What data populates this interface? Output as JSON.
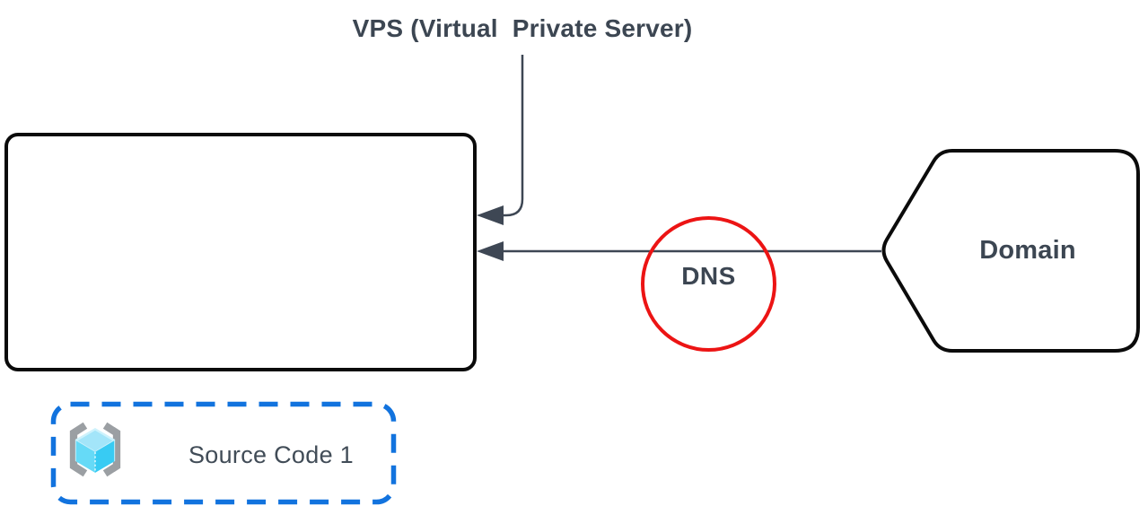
{
  "diagram": {
    "type": "architecture-diagram",
    "title": "VPS (Virtual  Private Server)",
    "text_color": "#3c4652",
    "connector_color": "#3e4754",
    "nodes": {
      "vps_box": {
        "label": "",
        "shape": "rounded-rectangle",
        "stroke_color": "#0b0b0b",
        "fill": "#ffffff"
      },
      "dns": {
        "label": "DNS",
        "shape": "circle",
        "stroke_color": "#ec1414",
        "fill": "transparent"
      },
      "domain": {
        "label": "Domain",
        "shape": "left-pointing-pentagon",
        "stroke_color": "#0b0b0b",
        "fill": "#ffffff"
      },
      "source_code": {
        "label": "Source Code 1",
        "shape": "dashed-rounded-rectangle",
        "border_color": "#1273de",
        "icon": "code-cube-icon",
        "icon_colors": {
          "brackets": "#9b9fa3",
          "cube_rim": "#cdf2fc",
          "cube_top": "#a3e5f9",
          "cube_left": "#66daf7",
          "cube_right": "#38cbf3"
        }
      }
    },
    "connections": [
      {
        "from": "title-annotation",
        "to": "vps_box",
        "style": "elbow",
        "arrowhead": "filled-triangle",
        "color": "#3e4754"
      },
      {
        "from": "domain",
        "to": "vps_box",
        "via": "dns",
        "style": "straight",
        "arrowhead": "filled-triangle",
        "color": "#3e4754"
      }
    ]
  }
}
